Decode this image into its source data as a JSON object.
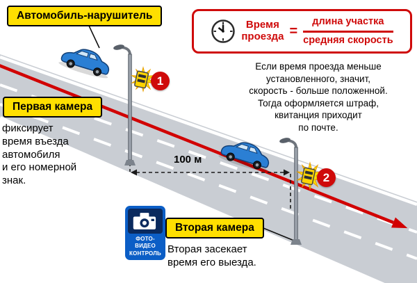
{
  "palette": {
    "label_yellow": "#ffdf00",
    "accent_red": "#cf0a0a",
    "road_gray": "#c9cdd3",
    "sign_blue": "#0b5ec6",
    "car_blue": "#2b7fd4"
  },
  "labels": {
    "violator_car": "Автомобиль-нарушитель",
    "first_camera": "Первая камера",
    "second_camera": "Вторая камера"
  },
  "formula": {
    "lhs": "Время\nпроезда",
    "equals": "=",
    "numerator": "длина участка",
    "denominator": "средняя скорость"
  },
  "texts": {
    "first_camera_note": "фиксирует\nвремя въезда\nавтомобиля\nи его номерной\nзнак.",
    "rule_note": "Если время проезда меньше\nустановленного, значит,\nскорость - больше положенной.\nТогда оформляется штраф,\nквитанция приходит\nпо почте.",
    "second_camera_note": "Вторая засекает\nвремя его выезда.",
    "distance": "100 м"
  },
  "markers": {
    "first": "1",
    "second": "2"
  },
  "sign": {
    "caption": "ФОТО-ВИДЕО\nКОНТРОЛЬ"
  }
}
